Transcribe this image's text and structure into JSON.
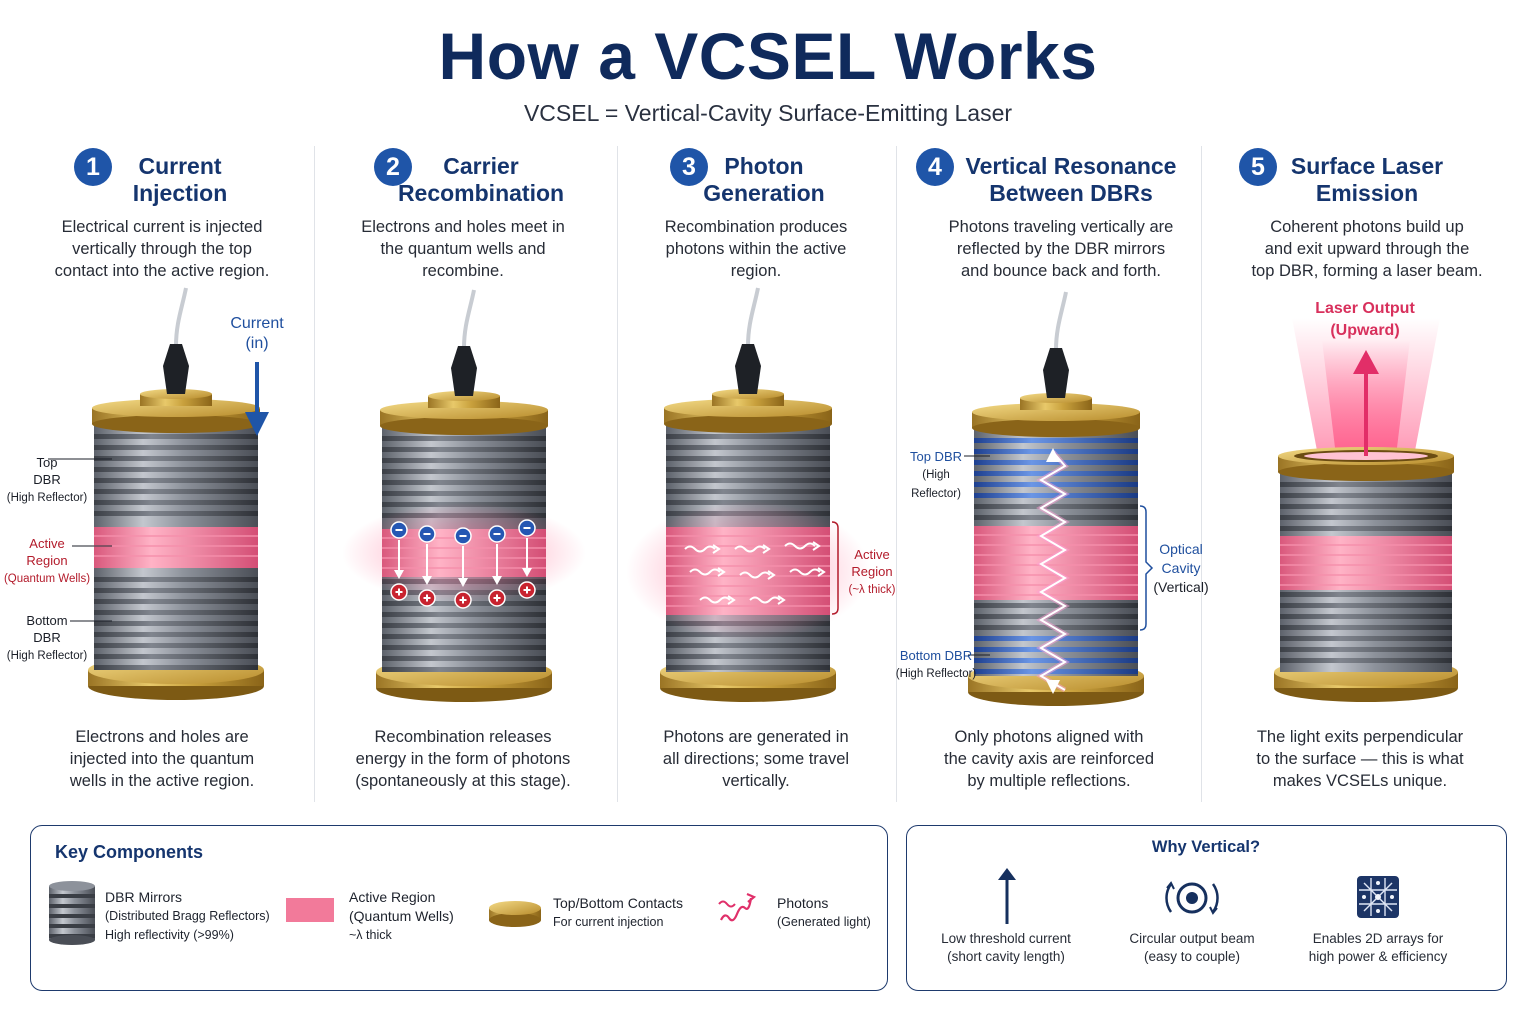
{
  "title": "How a VCSEL Works",
  "subtitle": "VCSEL = Vertical-Cavity Surface-Emitting Laser",
  "steps": [
    {
      "num": "1",
      "title_l1": "Current",
      "title_l2": "Injection",
      "desc": [
        "Electrical current is injected",
        "vertically through the top",
        "contact into the active region."
      ],
      "bottom": [
        "Electrons and holes are",
        "injected into the quantum",
        "wells in the active region."
      ],
      "labels": {
        "current": [
          "Current",
          "(in)"
        ],
        "top_dbr": [
          "Top",
          "DBR",
          "(High Reflector)"
        ],
        "active": [
          "Active",
          "Region",
          "(Quantum Wells)"
        ],
        "bottom_dbr": [
          "Bottom",
          "DBR",
          "(High Reflector)"
        ]
      }
    },
    {
      "num": "2",
      "title_l1": "Carrier",
      "title_l2": "Recombination",
      "desc": [
        "Electrons and holes meet in",
        "the quantum wells and",
        "recombine."
      ],
      "bottom": [
        "Recombination releases",
        "energy in the form of photons",
        "(spontaneously at this stage)."
      ]
    },
    {
      "num": "3",
      "title_l1": "Photon",
      "title_l2": "Generation",
      "desc": [
        "Recombination produces",
        "photons within the active",
        "region."
      ],
      "bottom": [
        "Photons are generated in",
        "all directions; some travel",
        "vertically."
      ],
      "labels": {
        "active": [
          "Active",
          "Region",
          "(~λ thick)"
        ]
      }
    },
    {
      "num": "4",
      "title_l1": "Vertical Resonance",
      "title_l2": "Between DBRs",
      "desc": [
        "Photons traveling vertically are",
        "reflected by the DBR mirrors",
        "and bounce back and forth."
      ],
      "bottom": [
        "Only photons aligned with",
        "the cavity axis are reinforced",
        "by multiple reflections."
      ],
      "labels": {
        "top_dbr": [
          "Top DBR",
          "(High Reflector)"
        ],
        "cavity": [
          "Optical",
          "Cavity",
          "(Vertical)"
        ],
        "bottom_dbr": [
          "Bottom DBR",
          "(High Reflector)"
        ]
      }
    },
    {
      "num": "5",
      "title_l1": "Surface Laser",
      "title_l2": "Emission",
      "desc": [
        "Coherent photons build up",
        "and exit upward through the",
        "top DBR, forming a laser beam."
      ],
      "bottom": [
        "The light exits perpendicular",
        "to the surface — this is what",
        "makes VCSELs unique."
      ],
      "labels": {
        "output": [
          "Laser Output",
          "(Upward)"
        ]
      }
    }
  ],
  "key_components": {
    "title": "Key Components",
    "items": [
      {
        "name": "DBR Mirrors",
        "lines": [
          "(Distributed Bragg Reflectors)",
          "High reflectivity (>99%)"
        ],
        "icon": "dbr-stack-icon"
      },
      {
        "name": "Active Region",
        "lines": [
          "(Quantum Wells)",
          "~λ thick"
        ],
        "icon": "active-region-swatch-icon"
      },
      {
        "name": "Top/Bottom Contacts",
        "lines": [
          "For current injection"
        ],
        "icon": "contact-disc-icon"
      },
      {
        "name": "Photons",
        "lines": [
          "(Generated light)"
        ],
        "icon": "photon-wave-icon"
      }
    ]
  },
  "why_vertical": {
    "title": "Why Vertical?",
    "items": [
      {
        "lines": [
          "Low threshold current",
          "(short cavity length)"
        ],
        "icon": "up-arrow-icon"
      },
      {
        "lines": [
          "Circular output beam",
          "(easy to couple)"
        ],
        "icon": "circular-beam-icon"
      },
      {
        "lines": [
          "Enables 2D arrays for",
          "high power & efficiency"
        ],
        "icon": "array-grid-icon"
      }
    ]
  },
  "colors": {
    "title": "#0f2a5c",
    "accent_blue": "#1f55a8",
    "active_pink": "#f27a9a",
    "gold": "#c9a13d",
    "dbr_gray": "#8a8f98",
    "dbr_blue": "#3566c2",
    "carrier_red": "#c8232f"
  }
}
